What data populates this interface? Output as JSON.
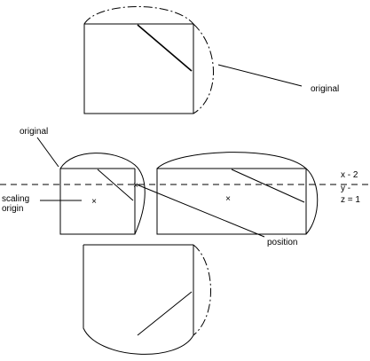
{
  "labels": {
    "original_top": "original",
    "original_left": "original",
    "scaling_line1": "scaling",
    "scaling_line2": "origin",
    "position": "position",
    "axis_x": "x - 2",
    "axis_y": "y -",
    "axis_z": "z = 1"
  },
  "colors": {
    "stroke": "#000000",
    "background": "#ffffff"
  },
  "markers": {
    "scaling_origin": "×",
    "position": "×",
    "copy_center": "×"
  }
}
